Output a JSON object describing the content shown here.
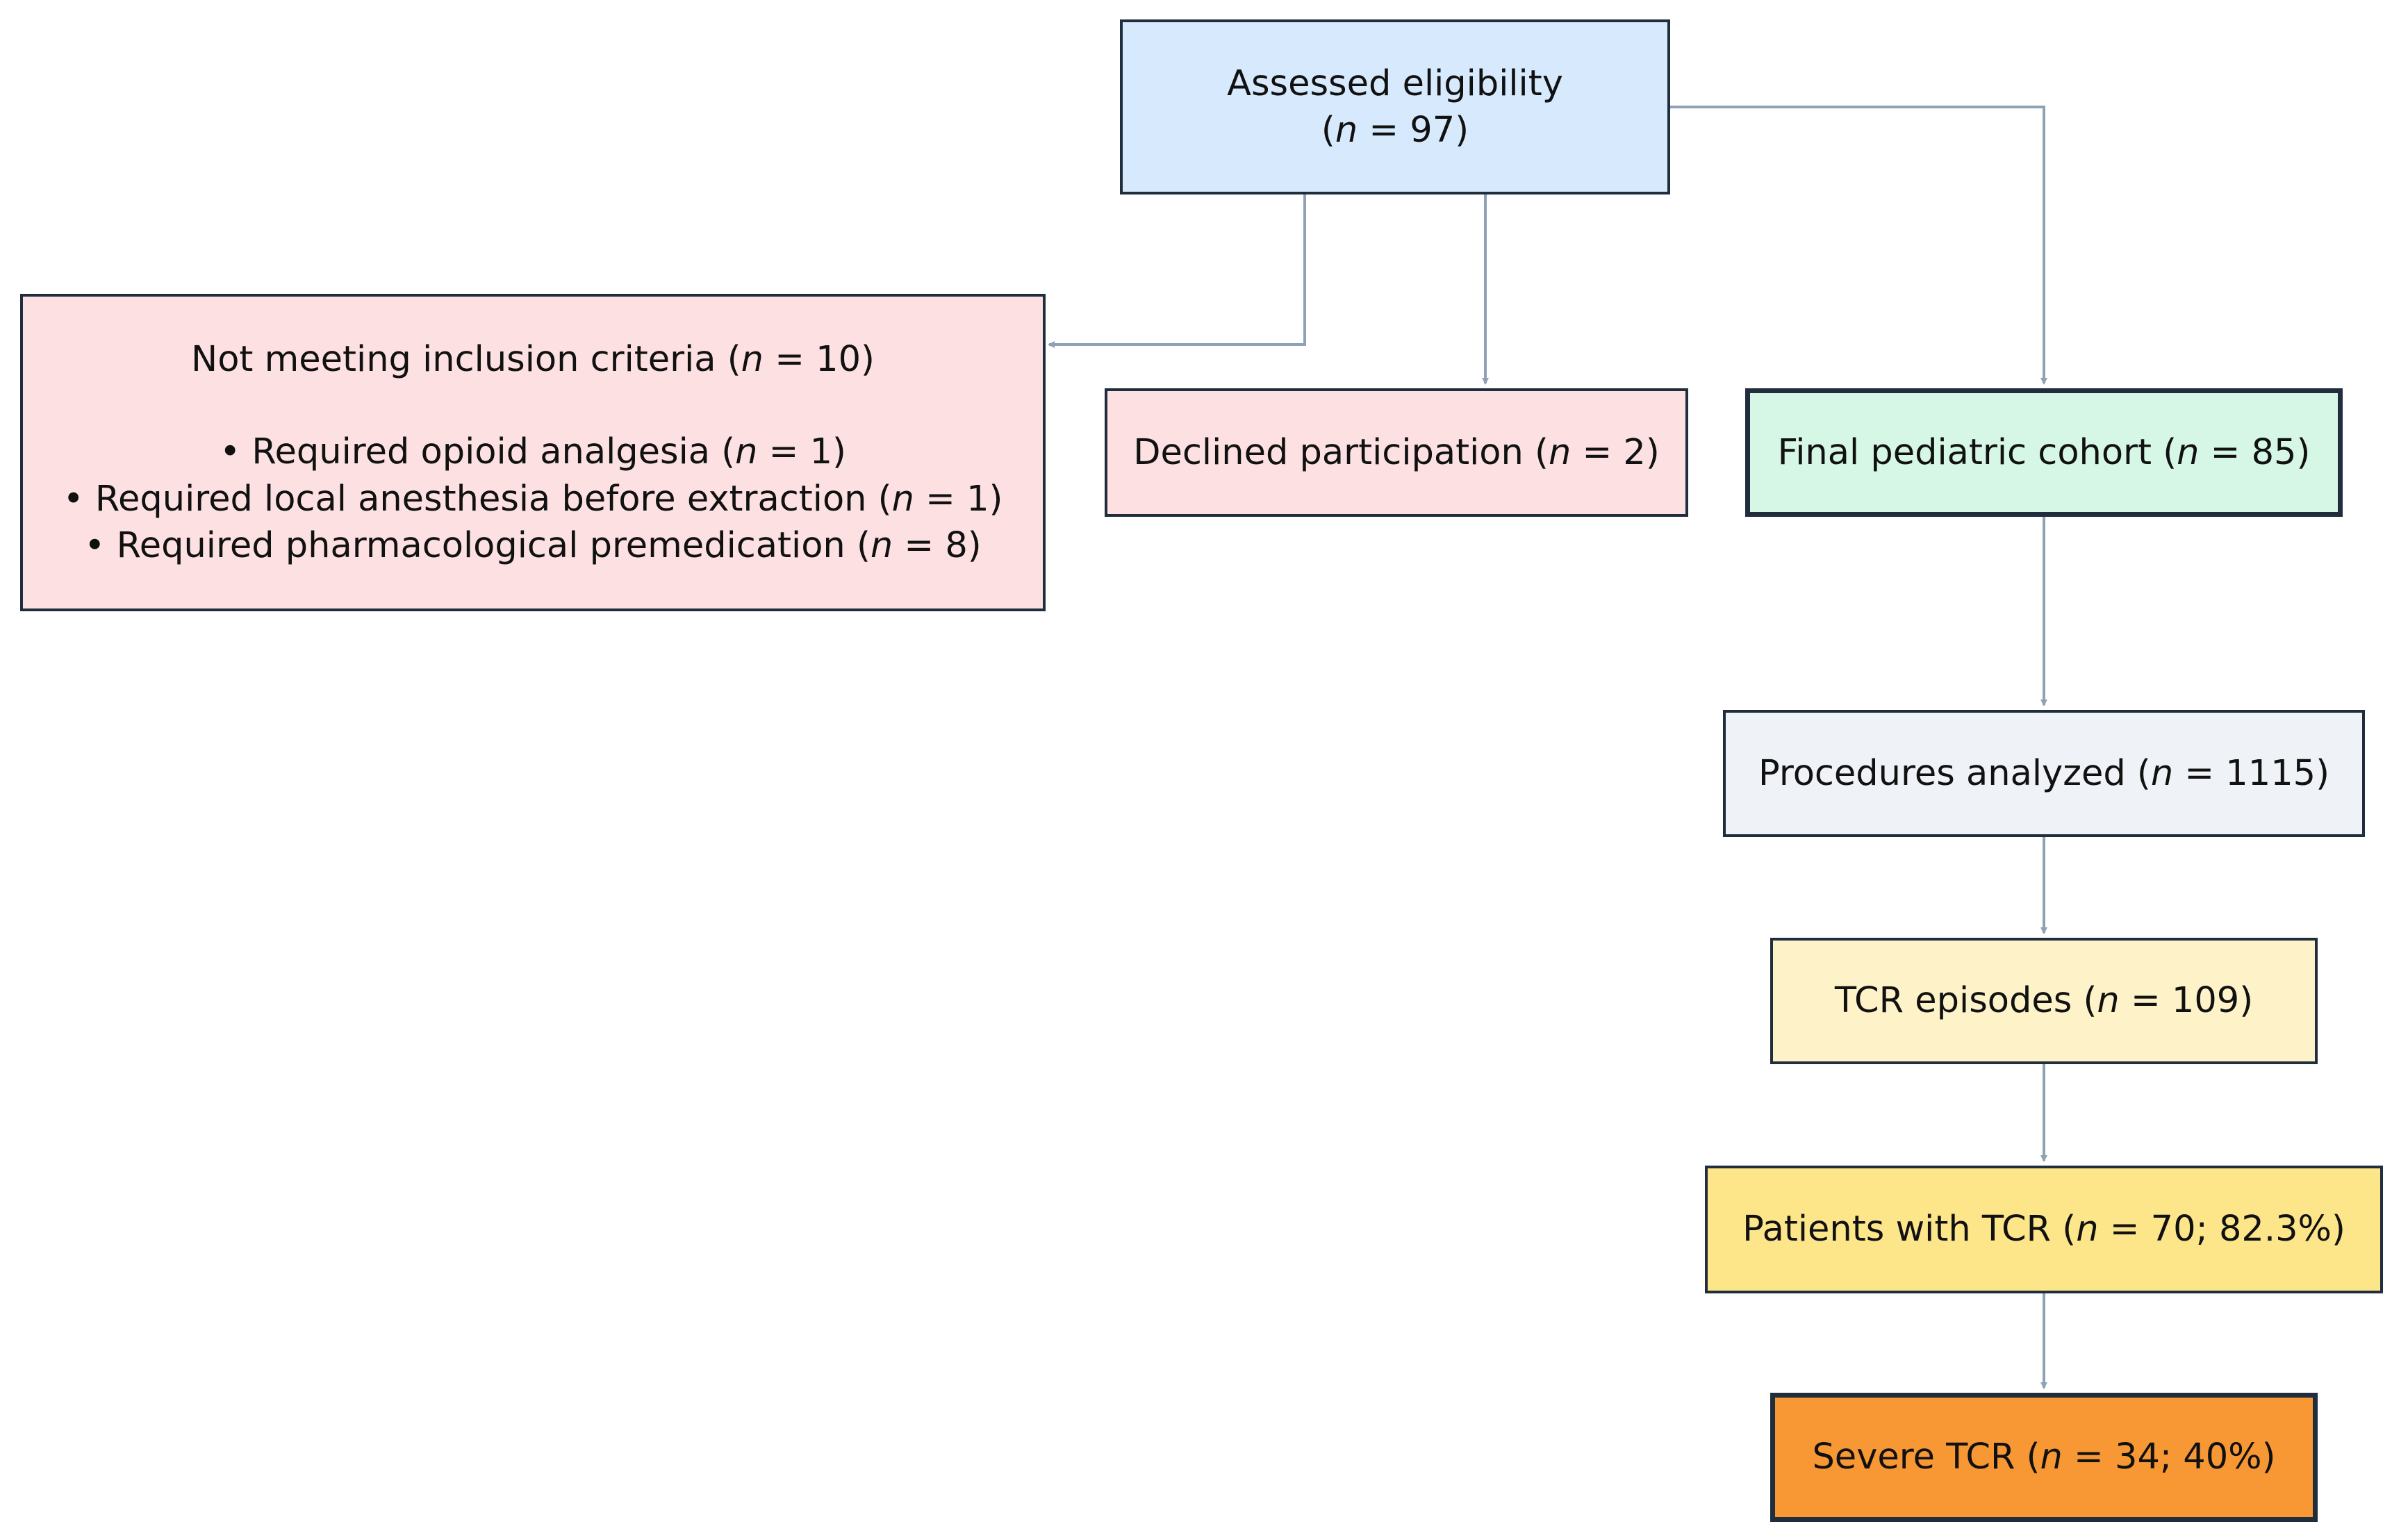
{
  "nodes": {
    "eligibility": {
      "line1": "Assessed eligibility",
      "n_prefix": "(",
      "n_var": "n",
      "n_suffix": " = 97)"
    },
    "not_meeting": {
      "title_prefix": "Not meeting inclusion criteria (",
      "title_var": "n",
      "title_suffix": " = 10)",
      "bullets": [
        {
          "prefix": "• Required opioid analgesia (",
          "var": "n",
          "suffix": " = 1)"
        },
        {
          "prefix": "• Required local anesthesia before extraction (",
          "var": "n",
          "suffix": " = 1)"
        },
        {
          "prefix": "• Required pharmacological premedication (",
          "var": "n",
          "suffix": " = 8)"
        }
      ]
    },
    "declined": {
      "prefix": "Declined participation (",
      "var": "n",
      "suffix": " = 2)"
    },
    "final": {
      "prefix": "Final pediatric cohort (",
      "var": "n",
      "suffix": " = 85)"
    },
    "procedures": {
      "prefix": "Procedures analyzed (",
      "var": "n",
      "suffix": " = 1115)"
    },
    "tcr_episodes": {
      "prefix": "TCR episodes (",
      "var": "n",
      "suffix": " = 109)"
    },
    "patients": {
      "prefix": "Patients with TCR (",
      "var": "n",
      "suffix": " = 70; 82.3%)"
    },
    "severe": {
      "prefix": "Severe TCR (",
      "var": "n",
      "suffix": " = 34; 40%)"
    }
  },
  "colors": {
    "eligibility": "#d7eafd",
    "excluded": "#fde1e2",
    "final": "#d6f7e6",
    "procedures": "#eff2f6",
    "tcr_episodes": "#fef3c8",
    "patients": "#fde58a",
    "severe": "#f89834",
    "connector": "#8fa2b5",
    "border": "#1f2d3d"
  }
}
